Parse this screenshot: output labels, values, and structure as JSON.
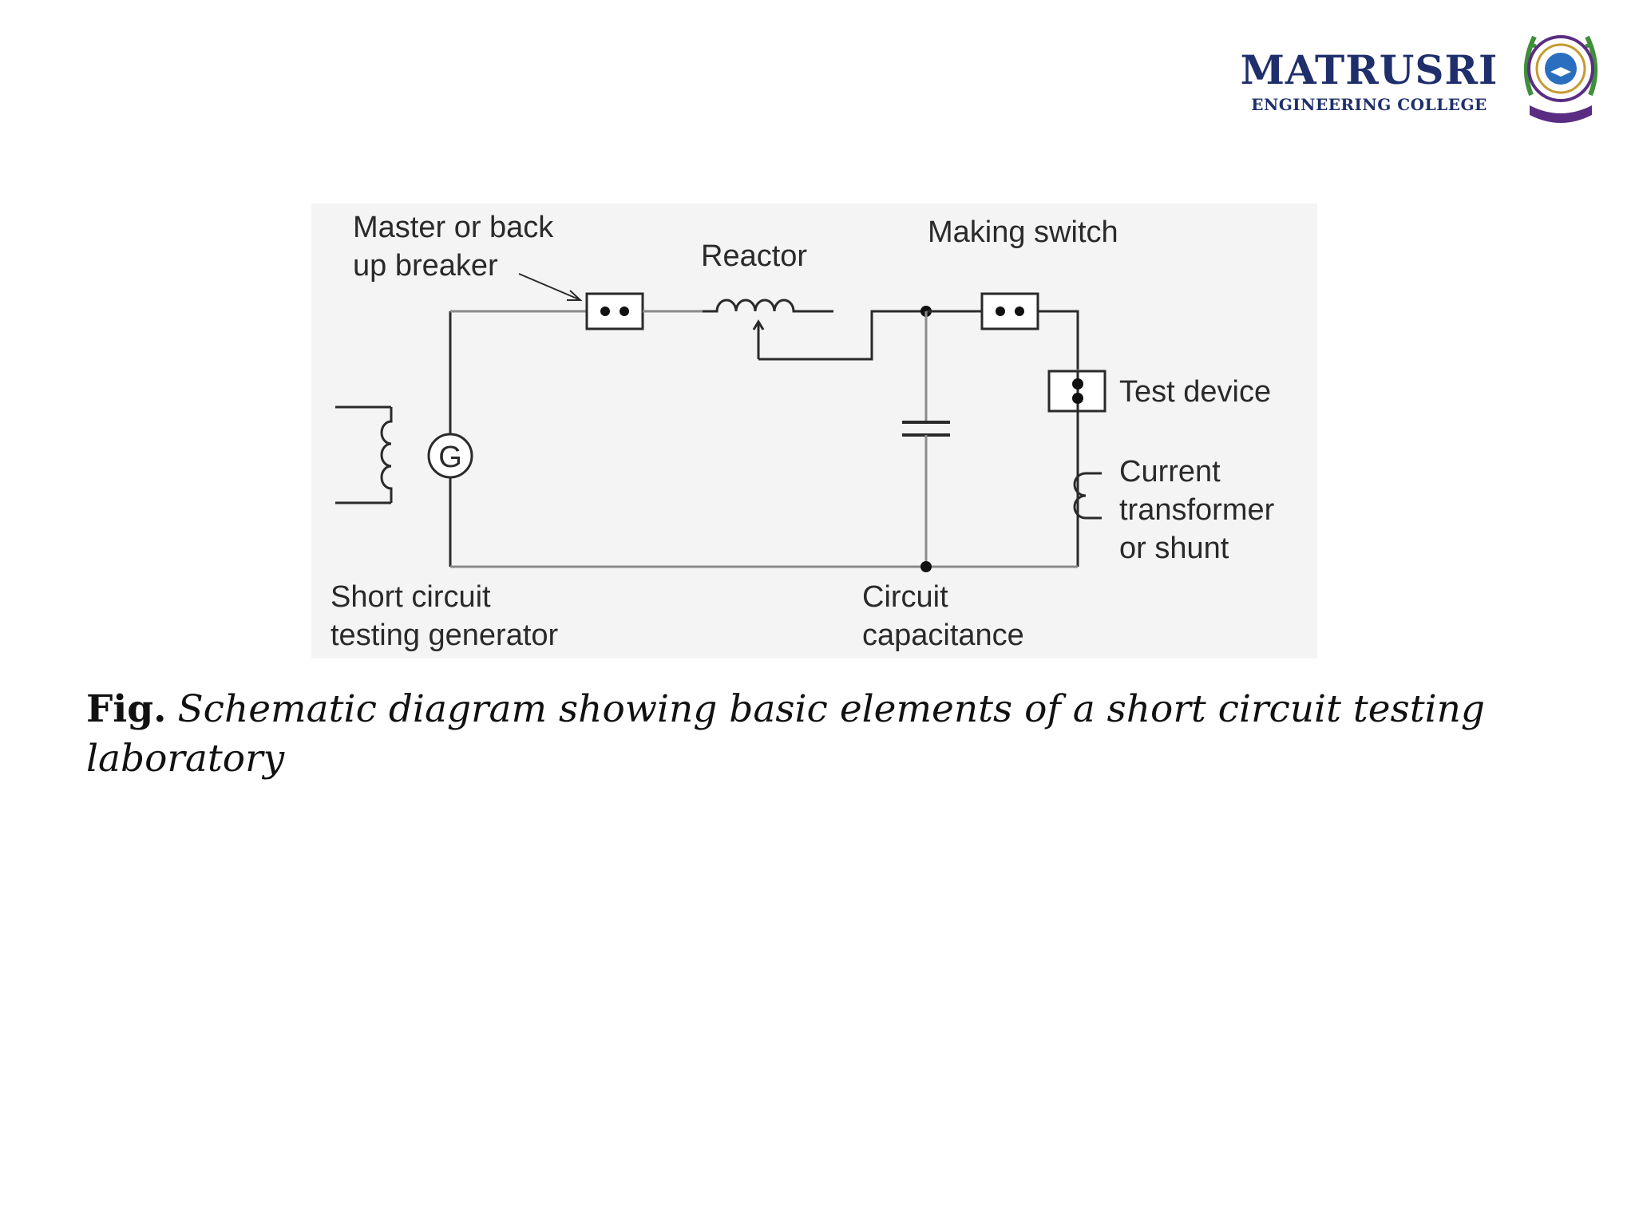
{
  "header": {
    "college_name": "MATRUSRI",
    "college_subtitle": "ENGINEERING COLLEGE"
  },
  "diagram": {
    "labels": {
      "master_breaker_line1": "Master or back",
      "master_breaker_line2": "up breaker",
      "reactor": "Reactor",
      "making_switch": "Making switch",
      "test_device": "Test device",
      "ct_line1": "Current",
      "ct_line2": "transformer",
      "ct_line3": "or shunt",
      "generator_line1": "Short circuit",
      "generator_line2": "testing generator",
      "capacitance_line1": "Circuit",
      "capacitance_line2": "capacitance",
      "generator_symbol": "G"
    }
  },
  "caption": {
    "prefix": "Fig.",
    "text": "Schematic diagram showing basic elements of a short circuit testing laboratory"
  },
  "colors": {
    "brand_navy": "#1f2f6b",
    "emblem_purple": "#5a2d82",
    "emblem_green": "#3f8f3a",
    "emblem_blue": "#2a6fbf",
    "wire_dark": "#2a2a2a",
    "wire_light": "#8a8a8a",
    "diagram_bg": "#f4f4f4"
  }
}
